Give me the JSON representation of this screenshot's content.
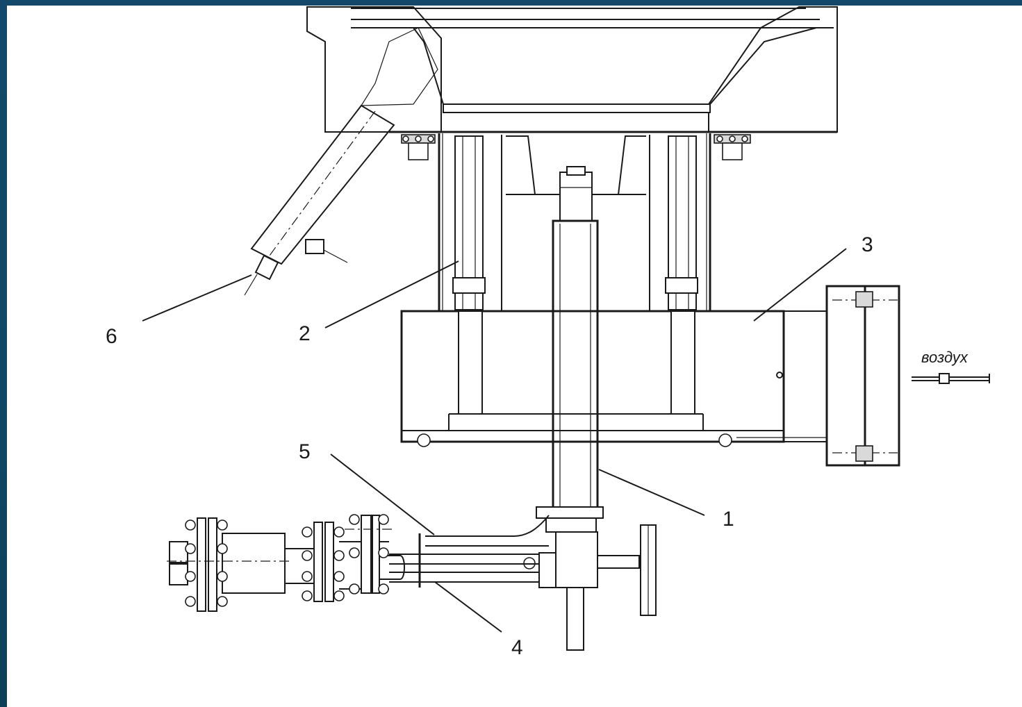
{
  "labels": {
    "l1": "1",
    "l2": "2",
    "l3": "3",
    "l4": "4",
    "l5": "5",
    "l6": "6",
    "air": "воздух"
  },
  "colors": {
    "frame": "#0f4a66",
    "paper": "#ffffff",
    "ink": "#1a1a1a"
  }
}
